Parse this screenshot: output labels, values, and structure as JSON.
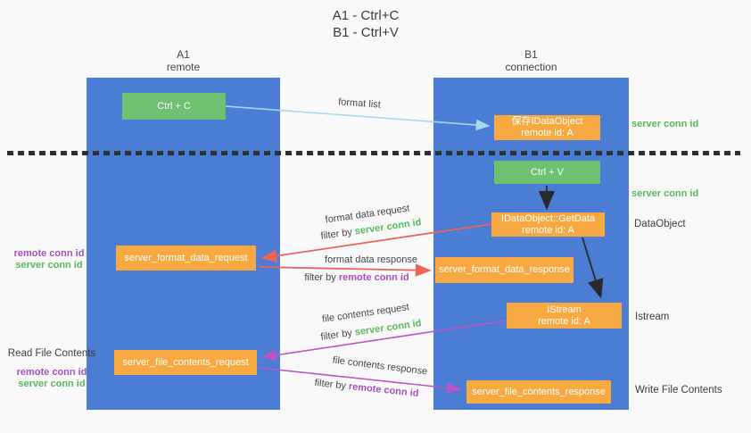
{
  "title": {
    "line1": "A1 - Ctrl+C",
    "line2": "B1 - Ctrl+V"
  },
  "columns": {
    "a1": {
      "header_line1": "A1",
      "header_line2": "remote"
    },
    "b1": {
      "header_line1": "B1",
      "header_line2": "connection"
    }
  },
  "boxes": {
    "ctrl_c": {
      "label": "Ctrl + C"
    },
    "save_idataobject": {
      "line1": "保存IDataObject",
      "line2": "remote id: A"
    },
    "ctrl_v": {
      "label": "Ctrl + V"
    },
    "getdata": {
      "line1": "IDataObject::GetData",
      "line2": "remote id: A"
    },
    "server_format_data_request": {
      "label": "server_format_data_request"
    },
    "server_format_data_response": {
      "label": "server_format_data_response"
    },
    "istream": {
      "line1": "IStream",
      "line2": "remote id: A"
    },
    "server_file_contents_request": {
      "label": "server_file_contents_request"
    },
    "server_file_contents_response": {
      "label": "server_file_contents_response"
    }
  },
  "arrow_labels": {
    "format_list": "format list",
    "format_data_request": "format data request",
    "format_data_response": "format data response",
    "file_contents_request": "file contents request",
    "file_contents_response": "file contents response",
    "filter_by": "filter by",
    "server_conn_id": "server conn id",
    "remote_conn_id": "remote conn id"
  },
  "side_labels": {
    "right_server_conn_id_1": "server conn id",
    "right_server_conn_id_2": "server conn id",
    "data_object": "DataObject",
    "istream": "Istream",
    "write_file_contents": "Write File Contents",
    "read_file_contents": "Read File Contents",
    "left_remote_conn_id_1": "remote conn id",
    "left_server_conn_id_1": "server conn id",
    "left_remote_conn_id_2": "remote conn id",
    "left_server_conn_id_2": "server conn id"
  },
  "colors": {
    "column_blue": "#4a7dd3",
    "box_green": "#70c072",
    "box_orange": "#f9a942",
    "arrow_lightblue": "#a6d8f2",
    "arrow_red": "#ee6358",
    "arrow_magenta": "#bd54c6",
    "arrow_black": "#2a2a2a",
    "text_green": "#57b95c",
    "text_purple": "#a94fc2",
    "text_dark": "#3d3d3d",
    "background": "#f9f9f9"
  }
}
